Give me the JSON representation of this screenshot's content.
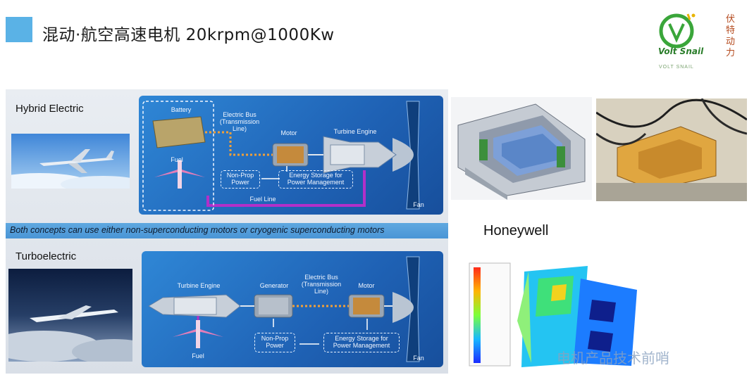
{
  "header": {
    "title": "混动·航空高速电机 20krpm@1000Kw",
    "accent_color": "#5ab2e6"
  },
  "logo": {
    "brand": "Volt Snail",
    "cn_chars": [
      "伏",
      "特",
      "动",
      "力"
    ],
    "sub": "VOLT SNAIL"
  },
  "left_panel": {
    "hybrid": {
      "title": "Hybrid Electric",
      "battery": "Battery",
      "electric_bus": "Electric Bus\n(Transmission\nLine)",
      "motor": "Motor",
      "turbine_engine": "Turbine Engine",
      "fuel": "Fuel",
      "non_prop_power": "Non-Prop\nPower",
      "energy_storage": "Energy Storage for\nPower Management",
      "fuel_line": "Fuel Line",
      "fan": "Fan"
    },
    "band_text": "Both concepts can use either non-superconducting motors or cryogenic superconducting motors",
    "turbo": {
      "title": "Turboelectric",
      "turbine_engine": "Turbine Engine",
      "generator": "Generator",
      "electric_bus": "Electric Bus\n(Transmission\nLine)",
      "motor": "Motor",
      "fuel": "Fuel",
      "non_prop_power": "Non-Prop\nPower",
      "energy_storage": "Energy Storage for\nPower Management",
      "fan": "Fan"
    }
  },
  "right": {
    "honeywell": "Honeywell"
  },
  "watermark": "电机产品技术前哨"
}
